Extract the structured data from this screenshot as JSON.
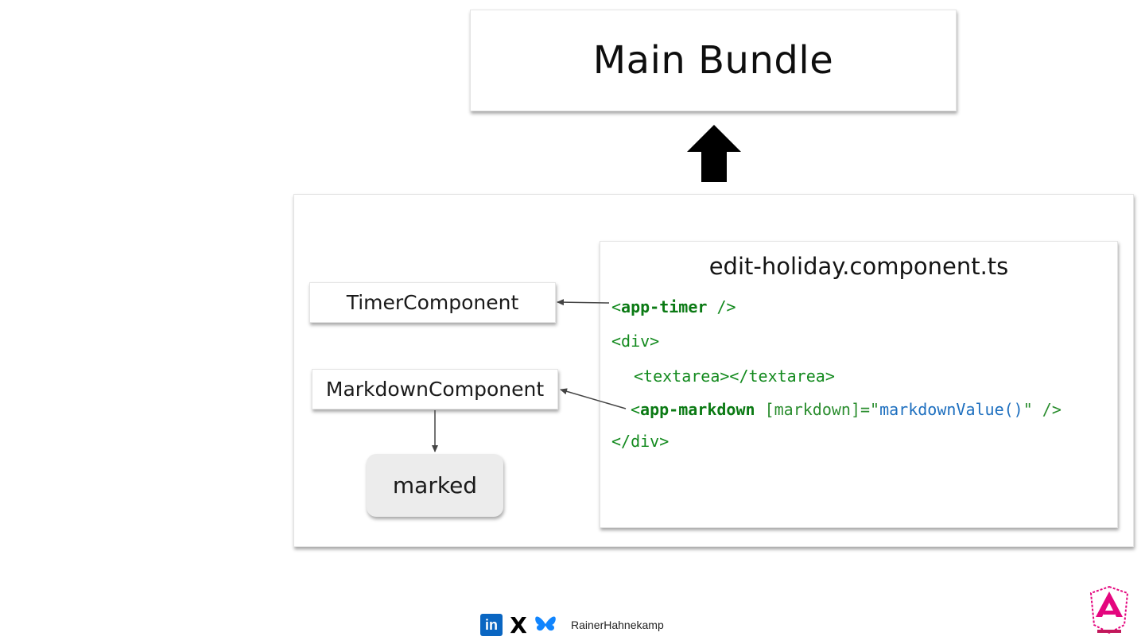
{
  "main_bundle": {
    "label": "Main Bundle"
  },
  "components": {
    "timer": "TimerComponent",
    "markdown": "MarkdownComponent",
    "marked": "marked"
  },
  "code_file": {
    "title": "edit-holiday.component.ts",
    "lines": {
      "l1_open": "<",
      "l1_tag": "app-timer",
      "l1_close": " />",
      "l2": "<div>",
      "l3": "<textarea></textarea>",
      "l4_open": "<",
      "l4_tag": "app-markdown",
      "l4_attr": " [markdown]=\"",
      "l4_value": "markdownValue()",
      "l4_close": "\" />",
      "l5": "</div>"
    }
  },
  "footer": {
    "linkedin_icon": "in",
    "x_icon": "X",
    "author": "RainerHahnekamp"
  },
  "colors": {
    "code_green": "#138a1e",
    "code_blue": "#1d6fbf",
    "linkedin": "#0a66c2",
    "bluesky": "#1185fe",
    "logo_pink": "#e4067e"
  }
}
